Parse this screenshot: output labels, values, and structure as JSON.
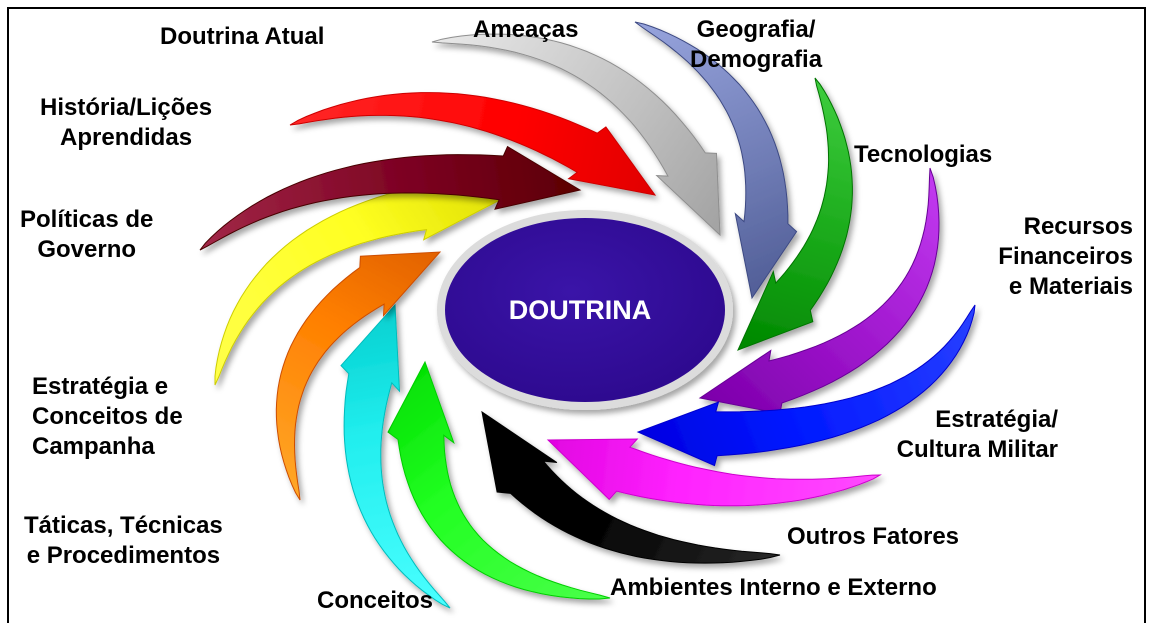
{
  "center": {
    "label": "DOUTRINA",
    "fill": "#2e0a90"
  },
  "factors": [
    {
      "id": "doutrina-atual",
      "lines": [
        "Doutrina Atual"
      ],
      "color": "#ff0000"
    },
    {
      "id": "ameacas",
      "lines": [
        "Ameaças"
      ],
      "color": "#c0c0c0"
    },
    {
      "id": "geografia",
      "lines": [
        "Geografia/",
        "Demografia"
      ],
      "color": "#6f7cb5"
    },
    {
      "id": "tecnologias",
      "lines": [
        "Tecnologias"
      ],
      "color": "#16a516"
    },
    {
      "id": "recursos",
      "lines": [
        "Recursos",
        "Financeiros",
        "e Materiais"
      ],
      "color": "#9a12c8"
    },
    {
      "id": "estrategia-militar",
      "lines": [
        "Estratégia/",
        "Cultura Militar"
      ],
      "color": "#0018ff"
    },
    {
      "id": "outros-fatores",
      "lines": [
        "Outros Fatores"
      ],
      "color": "#ff22ff"
    },
    {
      "id": "ambientes",
      "lines": [
        "Ambientes Interno e Externo"
      ],
      "color": "#000000"
    },
    {
      "id": "conceitos",
      "lines": [
        "Conceitos"
      ],
      "color": "#22ff22"
    },
    {
      "id": "taticas",
      "lines": [
        "Táticas, Técnicas",
        "e Procedimentos"
      ],
      "color": "#22eeee"
    },
    {
      "id": "estrategia-campanha",
      "lines": [
        "Estratégia e",
        "Conceitos de",
        "Campanha"
      ],
      "color": "#ff7f00"
    },
    {
      "id": "politicas",
      "lines": [
        "Políticas de",
        "Governo"
      ],
      "color": "#ffff22"
    },
    {
      "id": "historia",
      "lines": [
        "História/Lições",
        "Aprendidas"
      ],
      "color": "#7a0020"
    }
  ]
}
